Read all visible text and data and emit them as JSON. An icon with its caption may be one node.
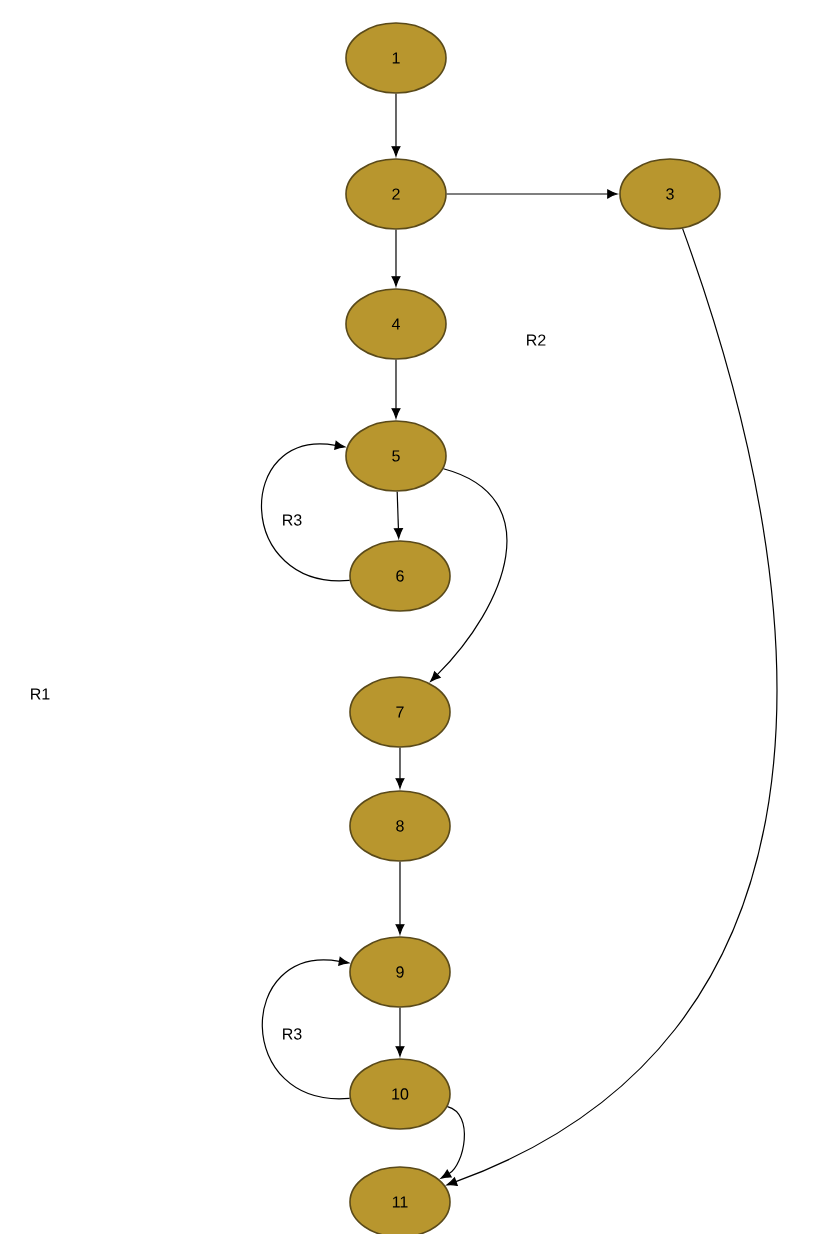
{
  "diagram": {
    "nodes": [
      {
        "text": [
          "1"
        ]
      },
      {
        "text": [
          "2"
        ]
      },
      {
        "text": [
          "3"
        ]
      },
      {
        "text": [
          "4"
        ]
      },
      {
        "text": [
          "5"
        ]
      },
      {
        "text": [
          "6"
        ]
      },
      {
        "text": [
          "7"
        ]
      },
      {
        "text": [
          "8"
        ]
      },
      {
        "text": [
          "9"
        ]
      },
      {
        "text": [
          "10"
        ]
      },
      {
        "text": [
          "11"
        ]
      }
    ],
    "edges": [
      {
        "from": 0,
        "to": 1,
        "arrow": "to"
      },
      {
        "from": 1,
        "to": 2,
        "arrow": "to"
      },
      {
        "from": 1,
        "to": 3,
        "arrow": "to"
      },
      {
        "from": 3,
        "to": 4,
        "arrow": "to"
      },
      {
        "from": 4,
        "to": 5,
        "arrow": "to"
      },
      {
        "from": 5,
        "to": 4,
        "arrow": "to"
      },
      {
        "from": 4,
        "to": 6,
        "arrow": "to"
      },
      {
        "from": 6,
        "to": 7,
        "arrow": "to"
      },
      {
        "from": 7,
        "to": 8,
        "arrow": "to"
      },
      {
        "from": 8,
        "to": 9,
        "arrow": "to"
      },
      {
        "from": 9,
        "to": 8,
        "arrow": "to"
      },
      {
        "from": 9,
        "to": 10,
        "arrow": "to"
      },
      {
        "from": 2,
        "to": 10,
        "arrow": "to"
      }
    ],
    "labels": [
      "R2",
      "R3",
      "R1",
      "R3"
    ]
  }
}
